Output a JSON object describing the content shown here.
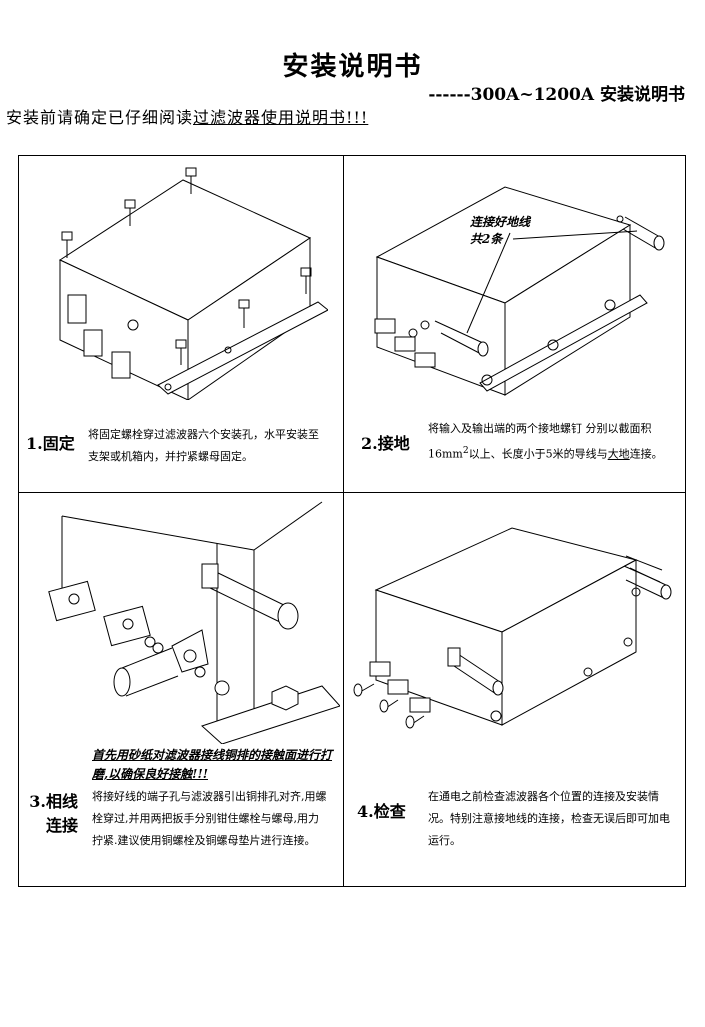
{
  "header": {
    "title": "安装说明书",
    "subtitle": "------300A~1200A 安装说明书",
    "warning_prefix": "安装前请确定已仔细阅读",
    "warning_link": "过滤波器使用说明书!!!"
  },
  "steps": {
    "step1": {
      "label": "1.固定",
      "text": "将固定螺栓穿过滤波器六个安装孔，水平安装至支架或机箱内，并拧紧螺母固定。"
    },
    "step2": {
      "label": "2.接地",
      "text_a": "将输入及输出端的两个接地螺钉 分别以截面积16mm",
      "text_sup": "2",
      "text_b": "以上、长度小于5米的导线与",
      "text_ul": "大地",
      "text_c": "连接。",
      "callout_line1": "连接好地线",
      "callout_line2": "共2条"
    },
    "step3": {
      "label_line1": "3.相线",
      "label_line2": "连接",
      "note": "首先用砂纸对滤波器接线铜排的接触面进行打磨,以确保良好接触!!!",
      "text": "将接好线的端子孔与滤波器引出铜排孔对齐,用螺栓穿过,并用两把扳手分别钳住螺栓与螺母,用力拧紧.建议使用铜螺栓及铜螺母垫片进行连接。"
    },
    "step4": {
      "label": "4.检查",
      "text": "在通电之前检查滤波器各个位置的连接及安装情况。特别注意接地线的连接，检查无误后即可加电运行。"
    }
  }
}
